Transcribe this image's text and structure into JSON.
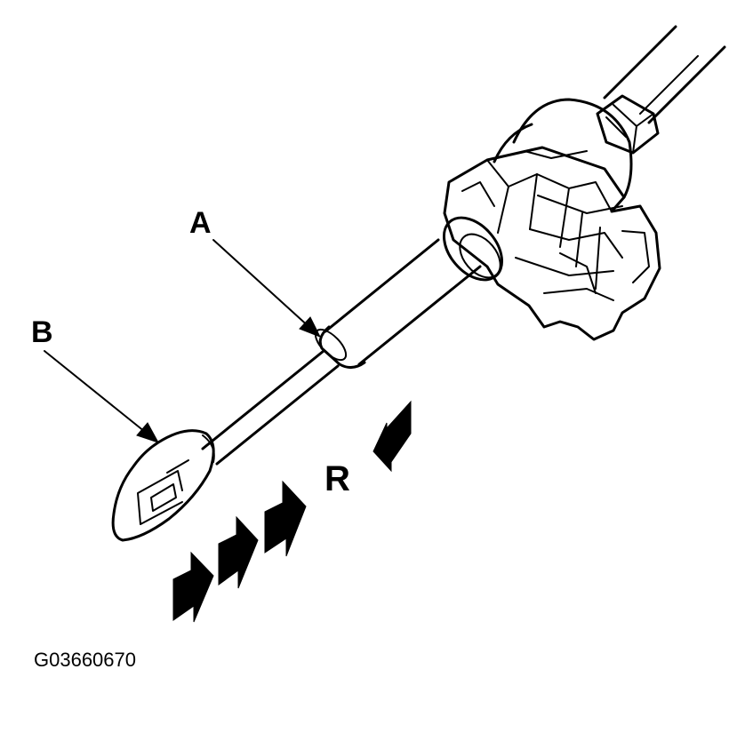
{
  "labels": {
    "a": "A",
    "b": "B",
    "r": "R"
  },
  "figure_code": "G03660670",
  "colors": {
    "ink": "#000000",
    "background": "#ffffff"
  }
}
